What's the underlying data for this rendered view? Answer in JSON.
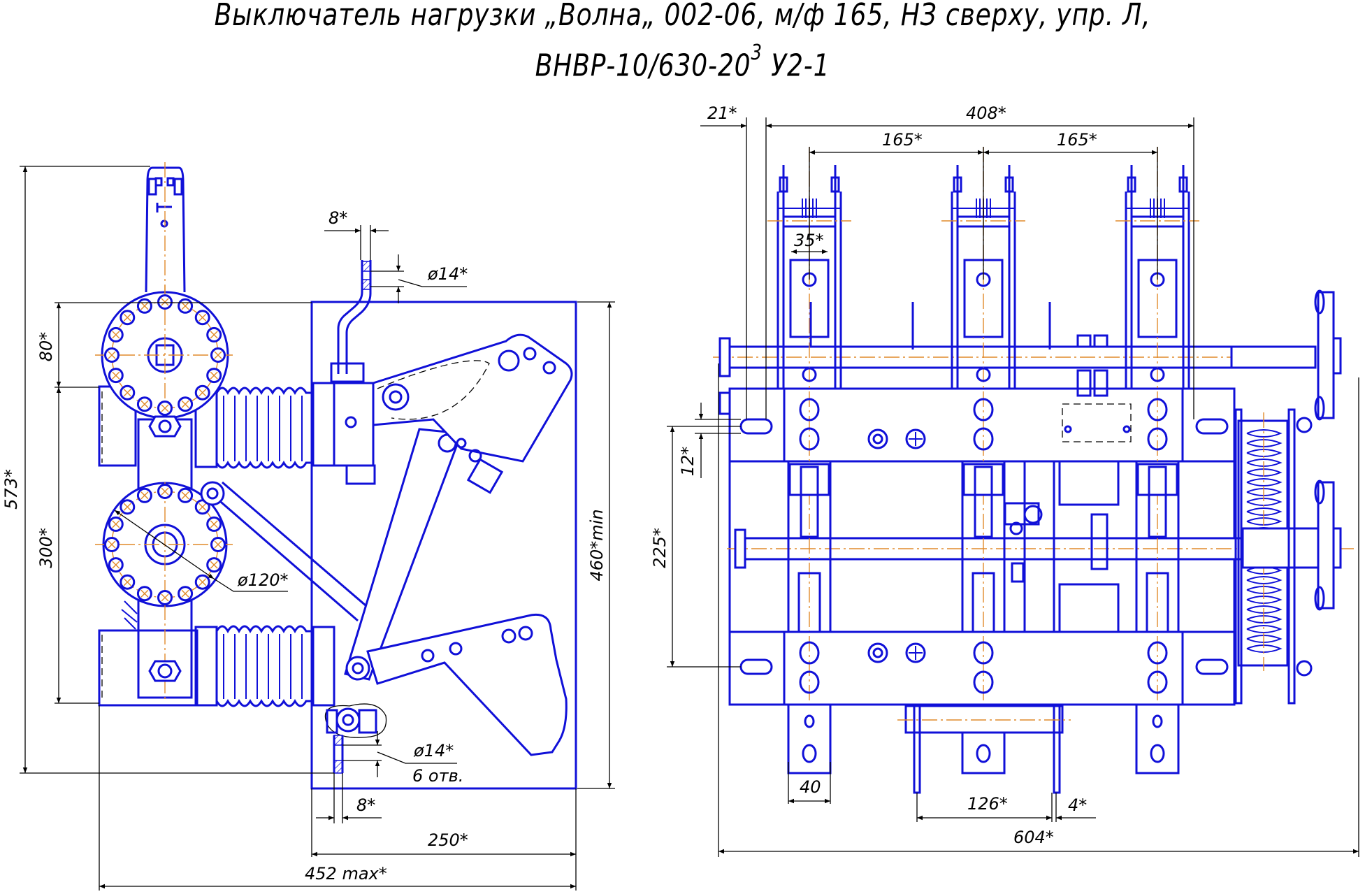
{
  "title": {
    "line1": "Выключатель нагрузки „Волна„ 002-06, м/ф 165, НЗ сверху, упр. Л,",
    "line2_main": "ВНВР-10/630-20",
    "line2_sup": "3",
    "line2_tail": " У2-1"
  },
  "left_view": {
    "dimensions": {
      "overall_height": "573*",
      "flange_offset": "80*",
      "flange_spacing": "300*",
      "panel_height": "460*min",
      "flange_diameter": "ø120*",
      "top_plate_thickness": "8*",
      "top_hole": "ø14*",
      "bottom_hole": "ø14*",
      "bottom_hole_count": "6 отв.",
      "bottom_plate_thickness": "8*",
      "panel_width": "250*",
      "overall_width": "452 max*"
    }
  },
  "right_view": {
    "dimensions": {
      "edge_offset": "21*",
      "overall_top": "408*",
      "pole_pitch_1": "165*",
      "pole_pitch_2": "165*",
      "contact_width": "35*",
      "slot_width": "12*",
      "slot_spacing": "225*",
      "terminal_width": "40",
      "bracket_span": "126*",
      "bracket_thickness": "4*",
      "overall_width": "604*"
    }
  },
  "colors": {
    "object_line": "#1010d8",
    "axis_line": "#e08a2a",
    "dimension_line": "#000000",
    "background": "#ffffff"
  }
}
